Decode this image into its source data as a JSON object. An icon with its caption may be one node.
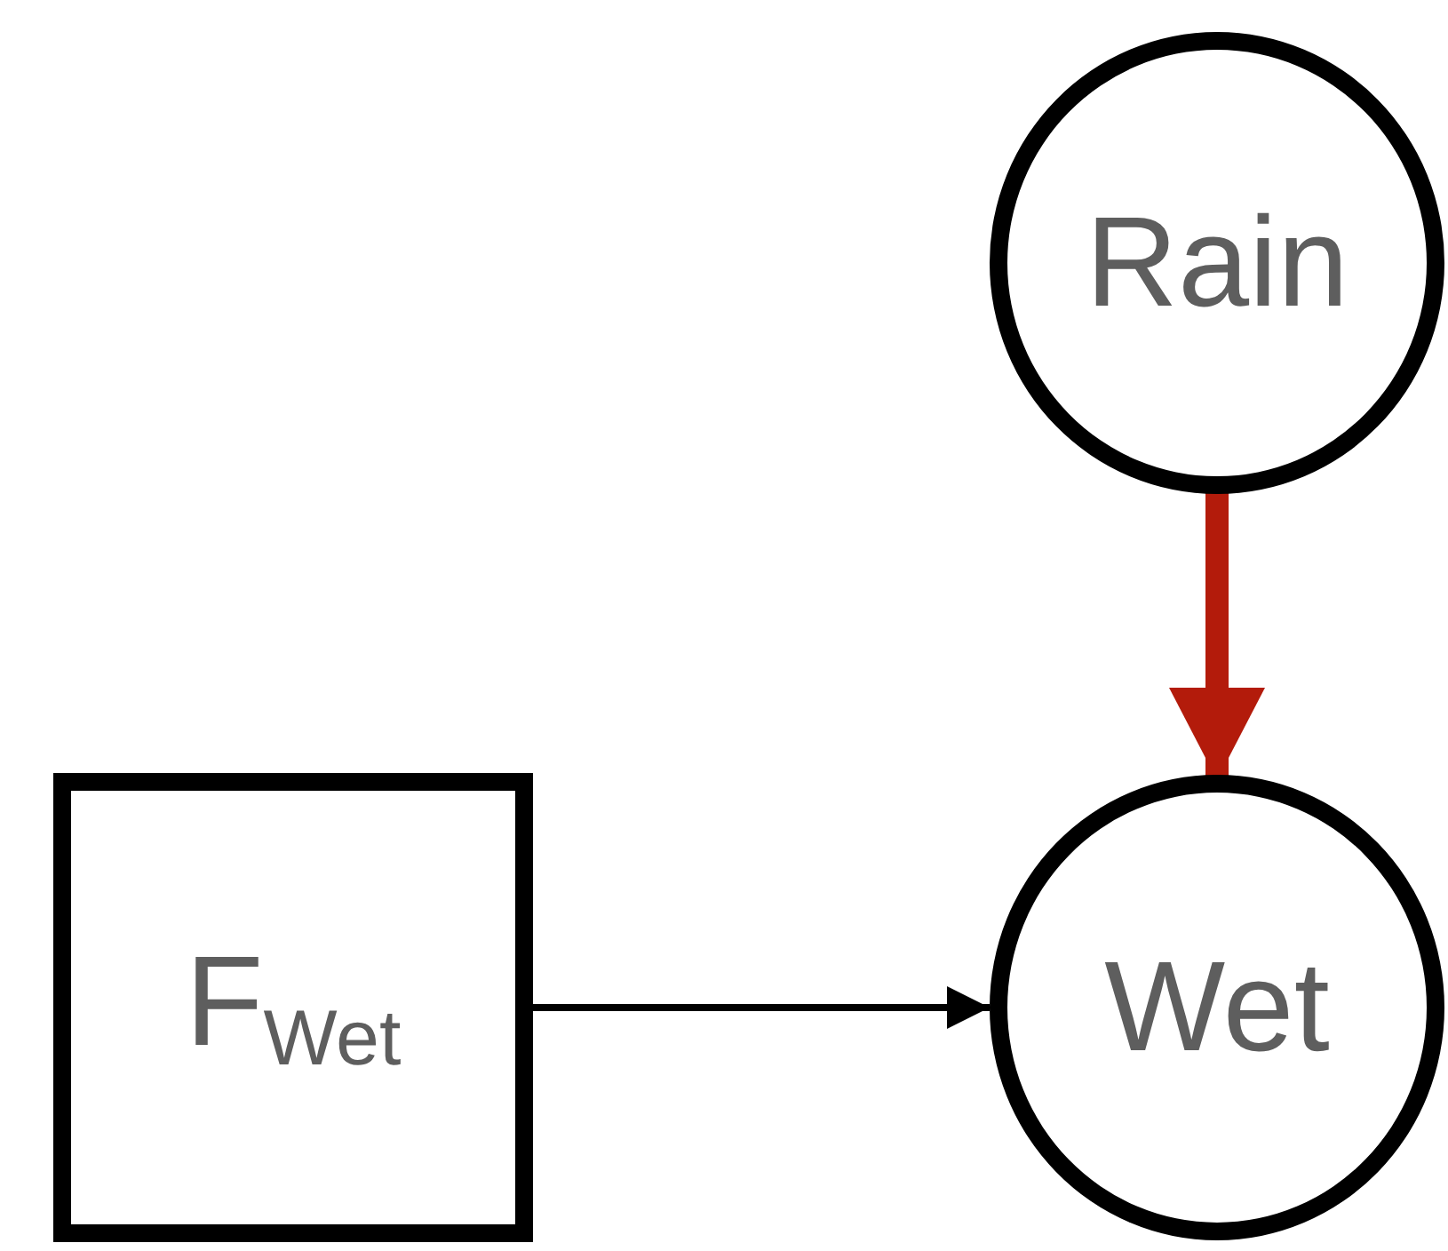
{
  "diagram": {
    "nodes": [
      {
        "text": [
          "Rain"
        ]
      },
      {
        "text": [
          "F$_{Wet}$"
        ]
      },
      {
        "text": [
          "Wet"
        ]
      }
    ],
    "edges": [
      {
        "from": 0,
        "to": 2,
        "arrow": "to",
        "style": "thick",
        "color": "#b31b0b"
      },
      {
        "from": 1,
        "to": 2,
        "arrow": "to",
        "color": "#000000"
      }
    ]
  }
}
